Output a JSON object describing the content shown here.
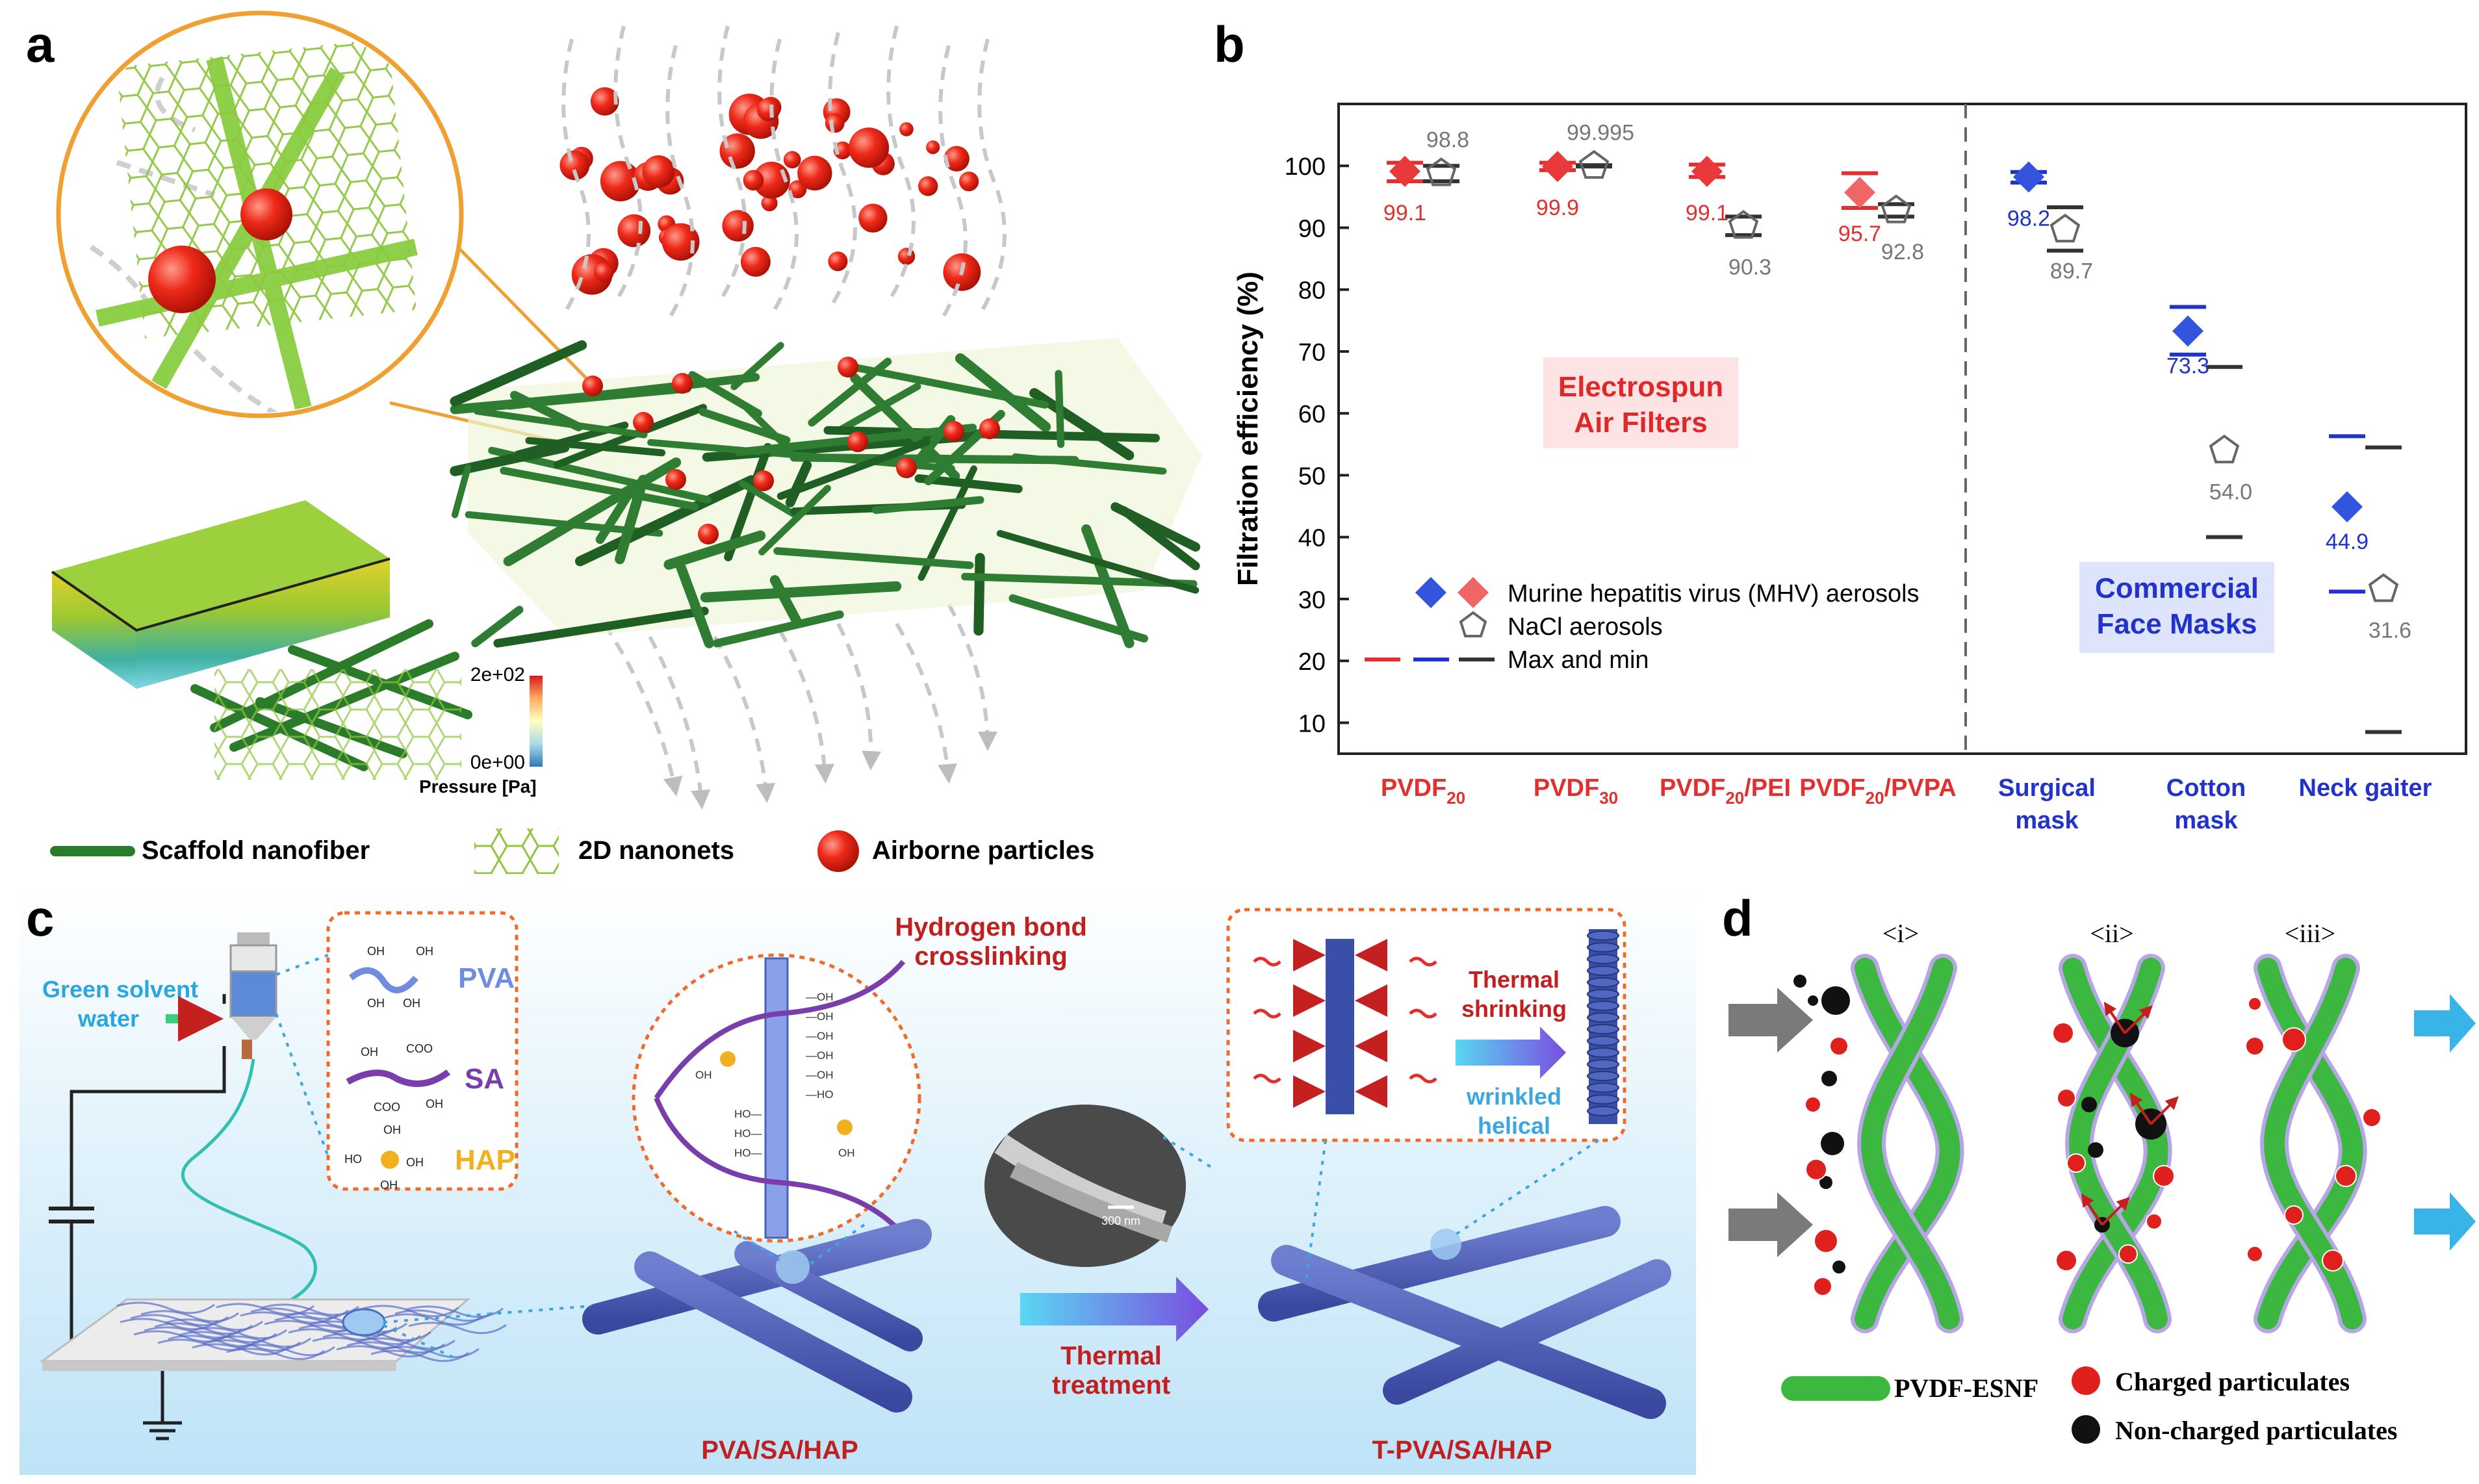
{
  "panels": {
    "a": {
      "letter": "a",
      "colorbar_max": "2e+02",
      "colorbar_min": "0e+00",
      "colorbar_label": "Pressure [Pa]",
      "legend": [
        "Scaffold nanofiber",
        "2D nanonets",
        "Airborne particles"
      ]
    },
    "b": {
      "letter": "b",
      "group_labels": {
        "electrospun": [
          "Electrospun",
          "Air Filters"
        ],
        "commercial": [
          "Commercial",
          "Face Masks"
        ]
      },
      "legend": [
        "Murine hepatitis virus (MHV) aerosols",
        "NaCl aerosols",
        "Max and min"
      ]
    },
    "c": {
      "letter": "c",
      "green_solvent": [
        "Green solvent",
        "water"
      ],
      "components": [
        "PVA",
        "SA",
        "HAP"
      ],
      "hydrogen_bond": [
        "Hydrogen bond",
        "crosslinking"
      ],
      "thermal_shrinking": [
        "Thermal",
        "shrinking"
      ],
      "wrinkled_helical": [
        "wrinkled",
        "helical"
      ],
      "thermal_treatment": [
        "Thermal",
        "treatment"
      ],
      "scale_bar": "300 nm",
      "product_before": "PVA/SA/HAP",
      "product_after": "T-PVA/SA/HAP"
    },
    "d": {
      "letter": "d",
      "stages": [
        "<i>",
        "<ii>",
        "<iii>"
      ],
      "legend": [
        "PVDF-ESNF",
        "Charged particulates",
        "Non-charged particulates"
      ]
    }
  },
  "chart_data": {
    "type": "scatter",
    "title": "",
    "xlabel": "",
    "ylabel": "Filtration efficiency (%)",
    "ylim": [
      5,
      110
    ],
    "yticks": [
      10,
      20,
      30,
      40,
      50,
      60,
      70,
      80,
      90,
      100
    ],
    "categories": [
      "PVDF20",
      "PVDF30",
      "PVDF20/PEI",
      "PVDF20/PVPA",
      "Surgical mask",
      "Cotton mask",
      "Neck gaiter"
    ],
    "category_labels": [
      {
        "main": "PVDF",
        "sub": "20",
        "tail": "",
        "line2": ""
      },
      {
        "main": "PVDF",
        "sub": "30",
        "tail": "",
        "line2": ""
      },
      {
        "main": "PVDF",
        "sub": "20",
        "tail": "/PEI",
        "line2": ""
      },
      {
        "main": "PVDF",
        "sub": "20",
        "tail": "/PVPA",
        "line2": ""
      },
      {
        "main": "Surgical",
        "sub": "",
        "tail": "",
        "line2": "mask"
      },
      {
        "main": "Cotton",
        "sub": "",
        "tail": "",
        "line2": "mask"
      },
      {
        "main": "Neck gaiter",
        "sub": "",
        "tail": "",
        "line2": ""
      }
    ],
    "series": [
      {
        "name": "Murine hepatitis virus (MHV) aerosols",
        "values": [
          99.1,
          99.9,
          99.1,
          95.7,
          98.2,
          73.3,
          44.9
        ],
        "labels": [
          "99.1",
          "99.9",
          "99.1",
          "95.7",
          "98.2",
          "73.3",
          "44.9"
        ]
      },
      {
        "name": "NaCl aerosols",
        "values": [
          98.8,
          99.995,
          90.3,
          92.8,
          89.7,
          54.0,
          31.6
        ],
        "labels": [
          "98.8",
          "99.995",
          "90.3",
          "92.8",
          "89.7",
          "54.0",
          "31.6"
        ]
      }
    ],
    "mhv_range": [
      [
        97.5,
        100.5
      ],
      [
        99.3,
        100.5
      ],
      [
        98.2,
        100.2
      ],
      [
        93.2,
        98.8
      ],
      [
        97.3,
        99.0
      ],
      [
        69.5,
        77.2
      ],
      [
        31.2,
        56.3
      ]
    ],
    "nacl_range": [
      [
        97.5,
        100.0
      ],
      [
        99.9,
        100.1
      ],
      [
        88.8,
        91.8
      ],
      [
        91.8,
        93.8
      ],
      [
        86.3,
        93.3
      ],
      [
        40.0,
        67.5
      ],
      [
        8.5,
        54.5
      ]
    ],
    "colors": {
      "electrospun": "#e03030",
      "commercial": "#2233cc",
      "nacl": "#777777",
      "range_grey": "#333333"
    },
    "divider_after_index": 3
  }
}
